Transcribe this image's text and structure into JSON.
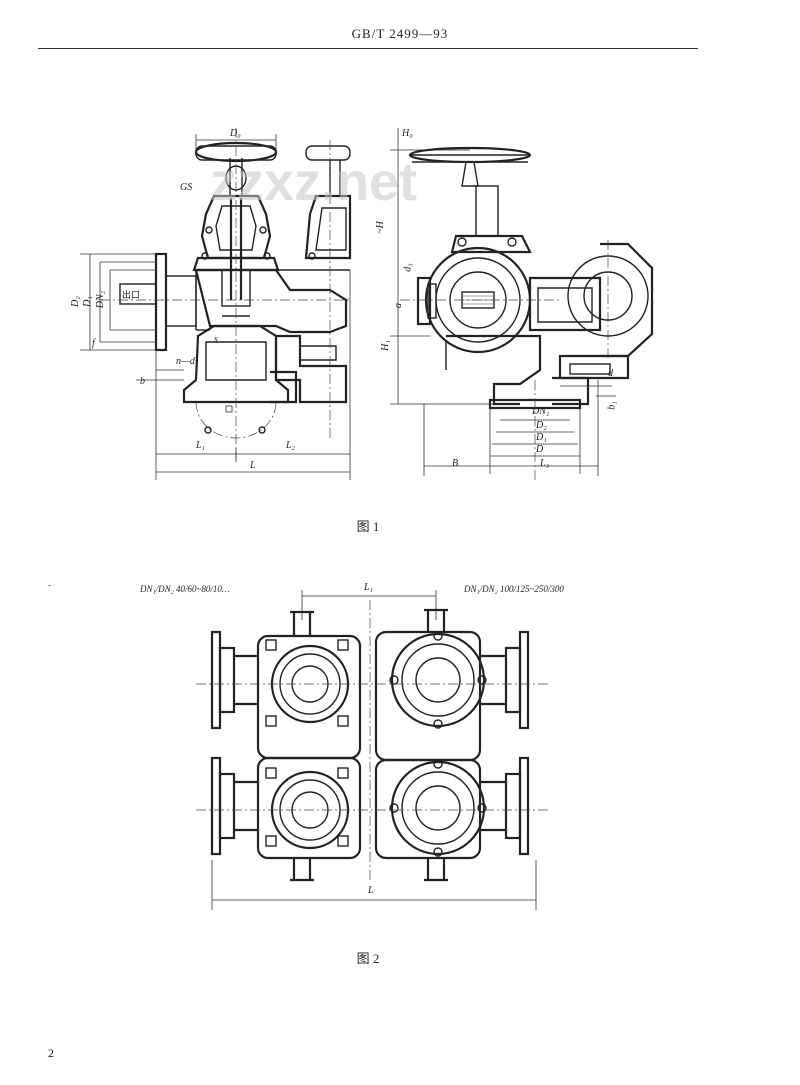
{
  "header": {
    "standard": "GB/T 2499—93"
  },
  "figure1": {
    "caption": "图 1",
    "labels": {
      "d0_top": "D₀",
      "gs": "GS",
      "d2": "D₂",
      "d1": "D₁",
      "dn2": "DN₂",
      "outlet": "出口",
      "t": "f",
      "b": "b",
      "s": "s",
      "d_small": "d",
      "n_d": "n—d",
      "l1": "L₁",
      "l2": "L₂",
      "l": "L",
      "h_approx": "~H",
      "h1": "H₁",
      "h0": "H₀",
      "dn1": "DN₁",
      "d2b": "D₂",
      "d1b": "D₁",
      "dd": "D",
      "bb": "B",
      "l3": "L₃",
      "d3": "d₃",
      "b1": "b₁",
      "a": "a"
    }
  },
  "figure2": {
    "caption": "图 2",
    "left_note": "DN₁/DN₂  40/60~80/10…",
    "right_note": "DN₁/DN₂  100/125~250/300",
    "l1": "L₁",
    "l": "L"
  },
  "watermark": "zzxz.net",
  "page_number": "2"
}
